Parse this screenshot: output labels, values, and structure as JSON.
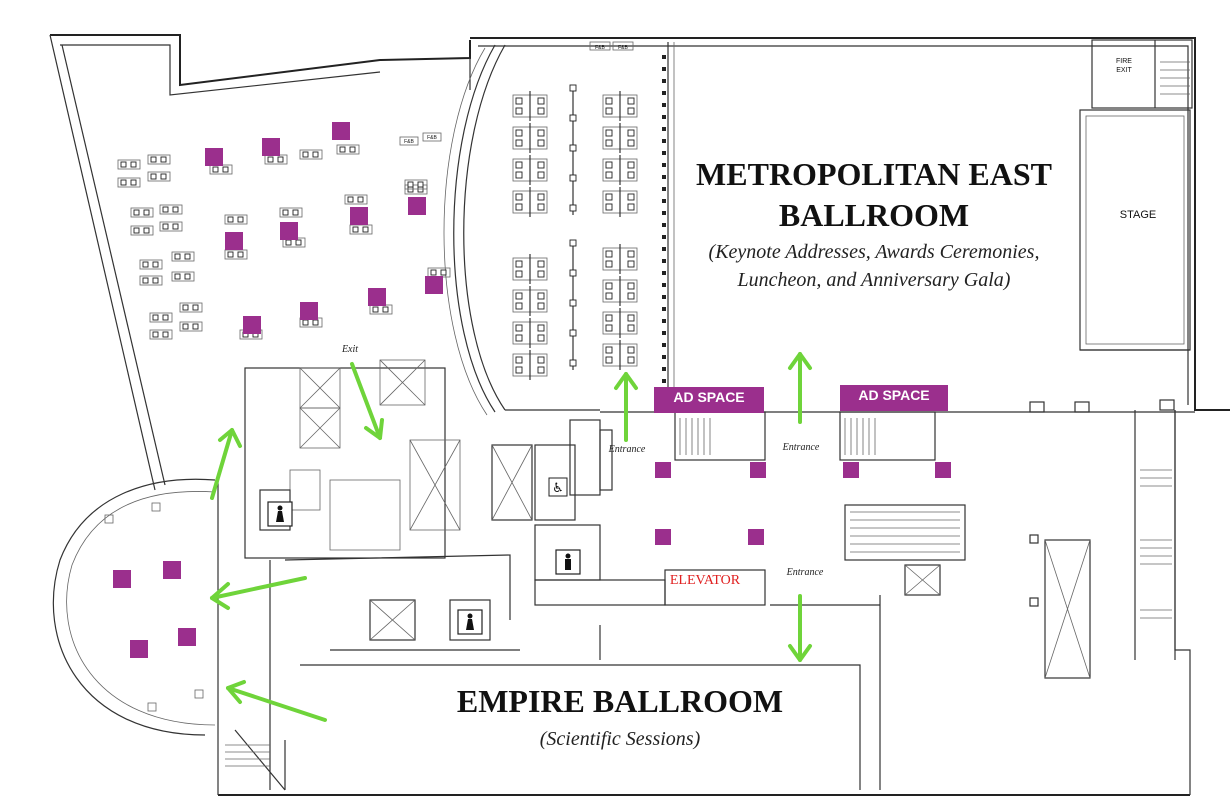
{
  "rooms": {
    "metropolitan_east": {
      "title_line1": "METROPOLITAN EAST",
      "title_line2": "BALLROOM",
      "subtitle_line1": "(Keynote Addresses, Awards Ceremonies,",
      "subtitle_line2": "Luncheon, and Anniversary Gala)"
    },
    "empire": {
      "title": "EMPIRE BALLROOM",
      "subtitle": "(Scientific Sessions)"
    }
  },
  "labels": {
    "stage": "STAGE",
    "fire_exit_line1": "FIRE",
    "fire_exit_line2": "EXIT",
    "exit": "Exit",
    "entrance": "Entrance",
    "elevator": "ELEVATOR",
    "ad_space": "AD SPACE",
    "fb": "F&B"
  },
  "colors": {
    "booth": "#9b2f8d",
    "arrow": "#6fd43a",
    "elevator_text": "#e02020"
  },
  "icons": [
    "restroom-icon",
    "accessible-icon",
    "arrow-icon"
  ]
}
